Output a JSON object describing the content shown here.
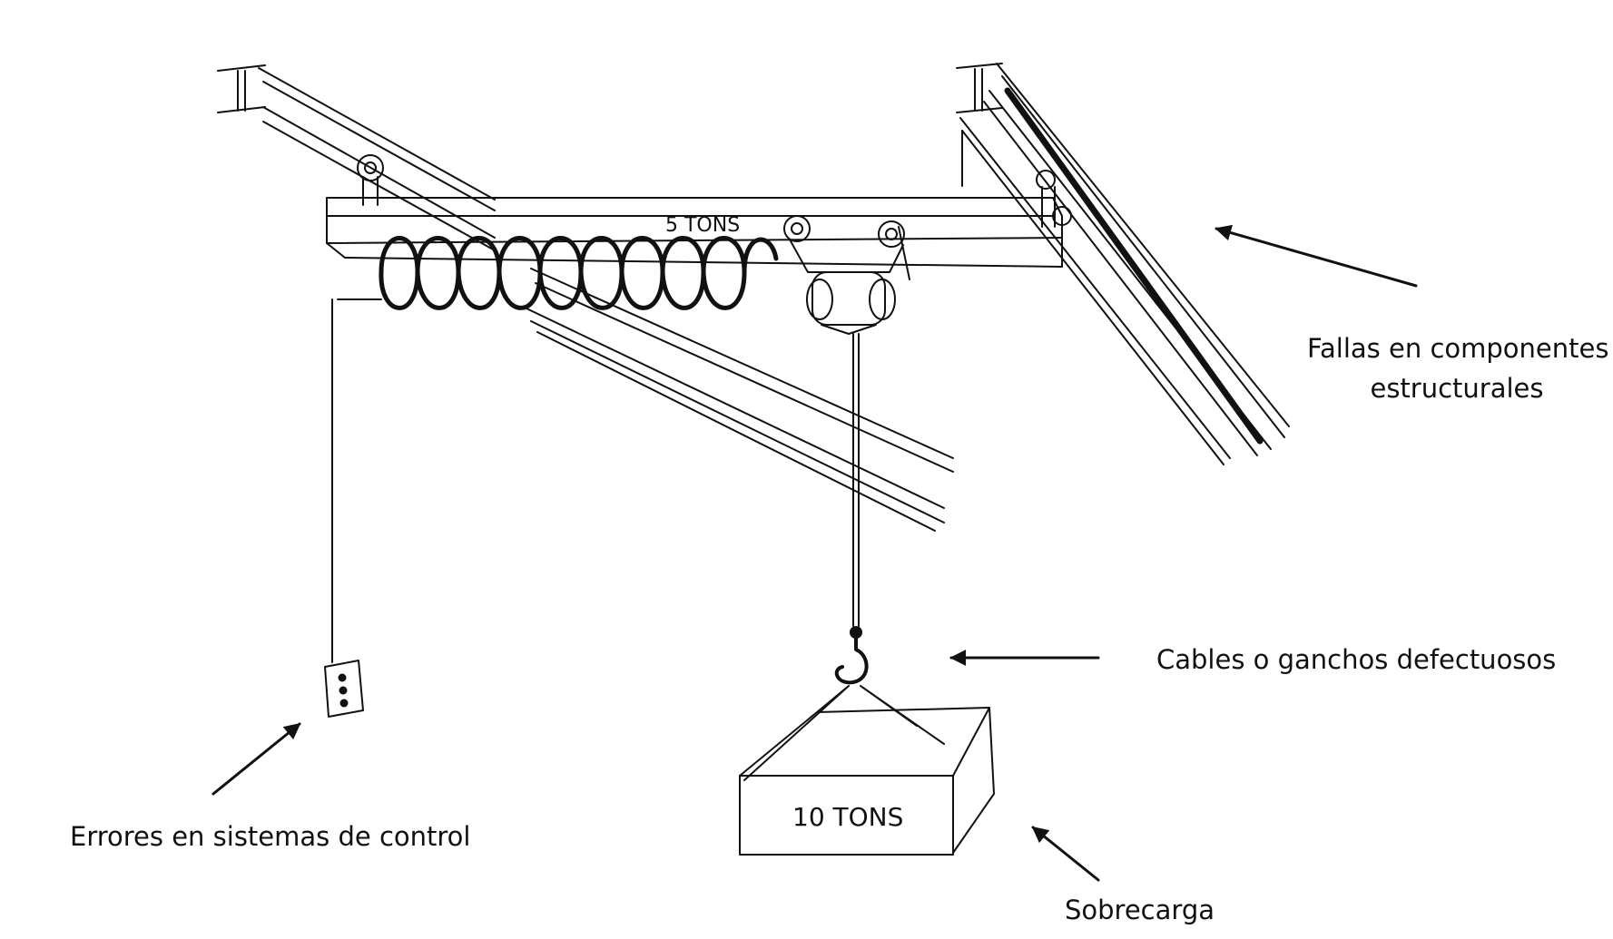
{
  "diagram": {
    "beam_capacity": "5 TONS",
    "load_weight": "10 TONS",
    "labels": {
      "structural": [
        "Fallas en  componentes",
        "estructurales"
      ],
      "cables": "Cables o ganchos defectuosos",
      "control": "Errores en sistemas de control",
      "overload": "Sobrecarga"
    }
  }
}
